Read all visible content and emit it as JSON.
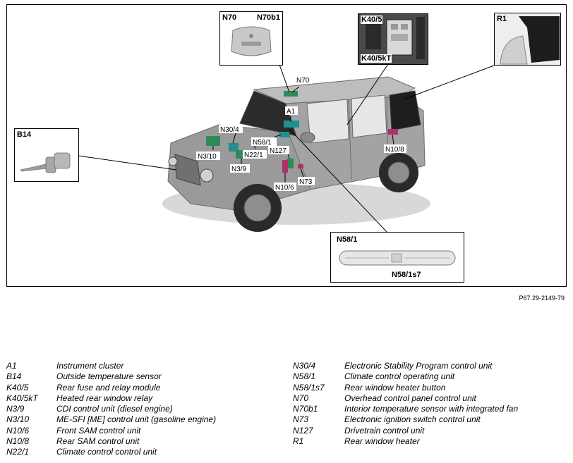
{
  "figure": {
    "id": "P67.29-2149-79",
    "callouts": {
      "n70": "N70",
      "a1": "A1",
      "n30_4": "N30/4",
      "n58_1": "N58/1",
      "n3_10": "N3/10",
      "n22_1": "N22/1",
      "n127": "N127",
      "n3_9": "N3/9",
      "n10_6": "N10/6",
      "n73": "N73",
      "n10_8": "N10/8"
    },
    "insets": {
      "n70": {
        "left_label": "N70",
        "right_label": "N70b1"
      },
      "k40": {
        "top_label": "K40/5",
        "bottom_label": "K40/5kT"
      },
      "r1": {
        "label": "R1"
      },
      "b14": {
        "label": "B14"
      },
      "n58": {
        "top_label": "N58/1",
        "bottom_label": "N58/1s7"
      }
    },
    "colors": {
      "vehicle_body": "#a3a3a3",
      "component_green": "#2e8b57",
      "component_teal": "#1f8f8f",
      "component_magenta": "#b0306a"
    }
  },
  "legend": {
    "left": [
      {
        "code": "A1",
        "description": "Instrument cluster"
      },
      {
        "code": "B14",
        "description": "Outside temperature sensor"
      },
      {
        "code": "K40/5",
        "description": "Rear fuse and relay module"
      },
      {
        "code": "K40/5kT",
        "description": "Heated rear window relay"
      },
      {
        "code": "N3/9",
        "description": "CDI control unit (diesel engine)"
      },
      {
        "code": "N3/10",
        "description": "ME-SFI [ME] control unit (gasoline engine)"
      },
      {
        "code": "N10/6",
        "description": "Front SAM control unit"
      },
      {
        "code": "N10/8",
        "description": "Rear SAM control unit"
      },
      {
        "code": "N22/1",
        "description": "Climate control control unit"
      }
    ],
    "right": [
      {
        "code": "N30/4",
        "description": "Electronic Stability Program control unit"
      },
      {
        "code": "N58/1",
        "description": "Climate control operating unit"
      },
      {
        "code": "N58/1s7",
        "description": "Rear window heater button"
      },
      {
        "code": "N70",
        "description": "Overhead control panel control unit"
      },
      {
        "code": "N70b1",
        "description": "Interior temperature sensor with integrated fan"
      },
      {
        "code": "N73",
        "description": "Electronic ignition switch control unit"
      },
      {
        "code": "N127",
        "description": "Drivetrain control unit"
      },
      {
        "code": "R1",
        "description": "Rear window heater"
      }
    ]
  }
}
